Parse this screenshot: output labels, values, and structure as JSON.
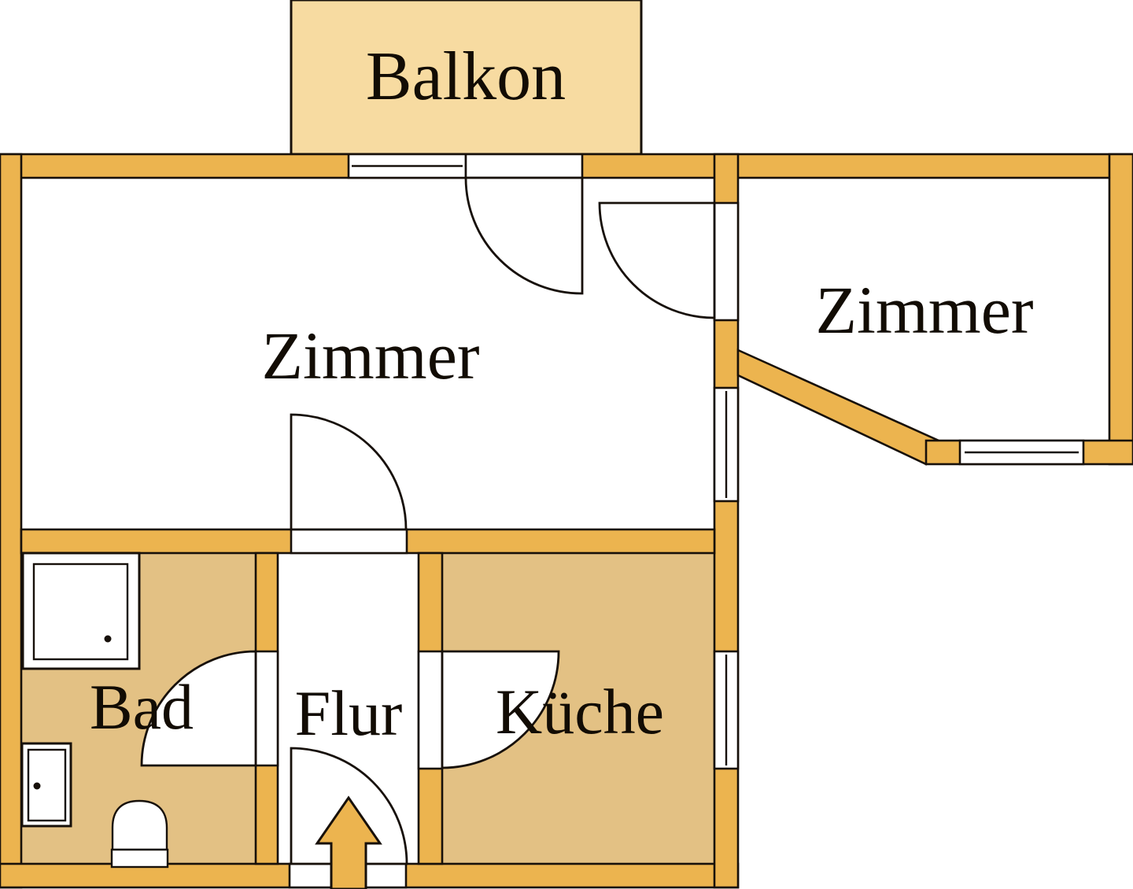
{
  "plan": {
    "rooms": [
      {
        "name": "balkon",
        "label": "Balkon"
      },
      {
        "name": "zimmer-links",
        "label": "Zimmer"
      },
      {
        "name": "zimmer-rechts",
        "label": "Zimmer"
      },
      {
        "name": "bad",
        "label": "Bad"
      },
      {
        "name": "flur",
        "label": "Flur"
      },
      {
        "name": "kueche",
        "label": "Küche"
      }
    ],
    "colors": {
      "wall": "#ECB44F",
      "balcony": "#F7DBA1",
      "room": "#E3C184",
      "floor": "#FFFFFF",
      "line": "#17100A"
    },
    "icons": {
      "shower": "shower-tray-icon",
      "washbasin": "washbasin-icon",
      "toilet": "toilet-icon",
      "entrance_arrow": "entrance-arrow-icon"
    }
  }
}
